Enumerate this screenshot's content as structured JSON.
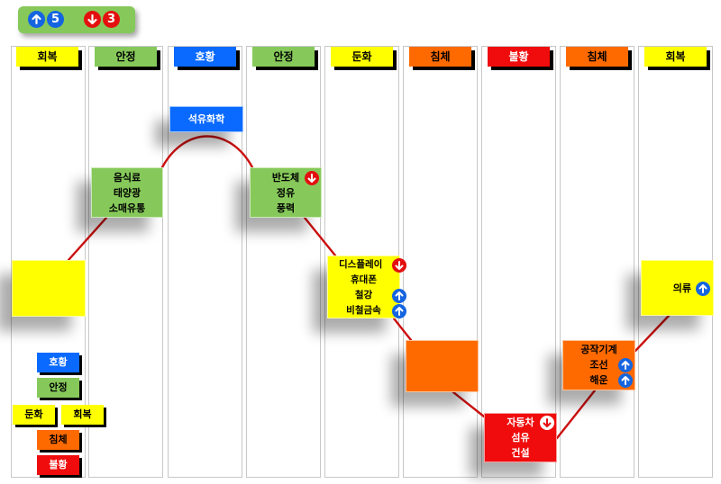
{
  "summary": {
    "up_count": "5",
    "down_count": "3"
  },
  "colors": {
    "recovery": "#ffff00",
    "stable": "#86c95a",
    "boom": "#0a6aff",
    "slowdown": "#ffff00",
    "stagnation": "#ff6a00",
    "recession": "#f00c0c",
    "curve": "#cc1010",
    "up_badge": "#1565e0",
    "down_badge": "#e3100f"
  },
  "columns": [
    {
      "header": "회복"
    },
    {
      "header": "안정"
    },
    {
      "header": "호황"
    },
    {
      "header": "안정"
    },
    {
      "header": "둔화"
    },
    {
      "header": "침체"
    },
    {
      "header": "불황"
    },
    {
      "header": "침체"
    },
    {
      "header": "회복"
    }
  ],
  "boxes": {
    "col2": [
      "음식료",
      "태양광",
      "소매유통"
    ],
    "col3": [
      "석유화학"
    ],
    "col4": [
      {
        "label": "반도체",
        "trend": "down"
      },
      {
        "label": "정유"
      },
      {
        "label": "풍력"
      }
    ],
    "col5": [
      {
        "label": "디스플레이",
        "trend": "down"
      },
      {
        "label": "휴대폰"
      },
      {
        "label": "철강",
        "trend": "up"
      },
      {
        "label": "비철금속",
        "trend": "up"
      }
    ],
    "col7": [
      {
        "label": "자동차",
        "trend": "down"
      },
      {
        "label": "섬유"
      },
      {
        "label": "건설"
      }
    ],
    "col8": [
      {
        "label": "공작기계"
      },
      {
        "label": "조선",
        "trend": "up"
      },
      {
        "label": "해운",
        "trend": "up"
      }
    ],
    "col9": [
      {
        "label": "의류",
        "trend": "up"
      }
    ]
  },
  "legend": [
    "호황",
    "안정",
    "둔화",
    "회복",
    "침체",
    "불황"
  ]
}
